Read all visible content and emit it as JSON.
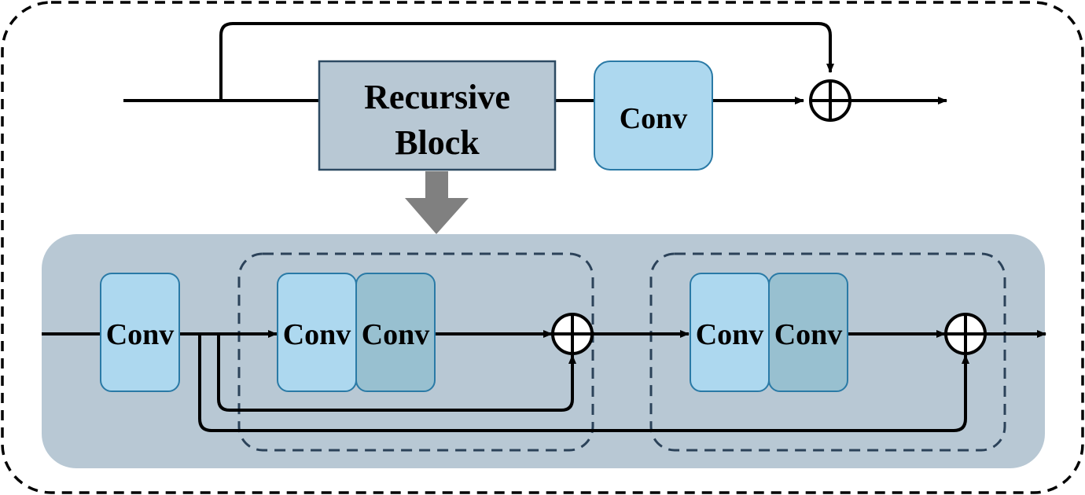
{
  "labels": {
    "recursive_line1": "Recursive",
    "recursive_line2": "Block",
    "conv": "Conv"
  },
  "colors": {
    "outer_border": "#000000",
    "recursive_block_fill": "#b8c8d4",
    "recursive_block_stroke": "#2d4a62",
    "conv_fill": "#add8ef",
    "conv_stroke": "#2a7aa6",
    "conv_dark_fill": "#98c0d0",
    "expanded_panel_fill": "#b8c8d4",
    "inner_group_border": "#2b4259",
    "down_arrow": "#808080",
    "line": "#000000"
  }
}
